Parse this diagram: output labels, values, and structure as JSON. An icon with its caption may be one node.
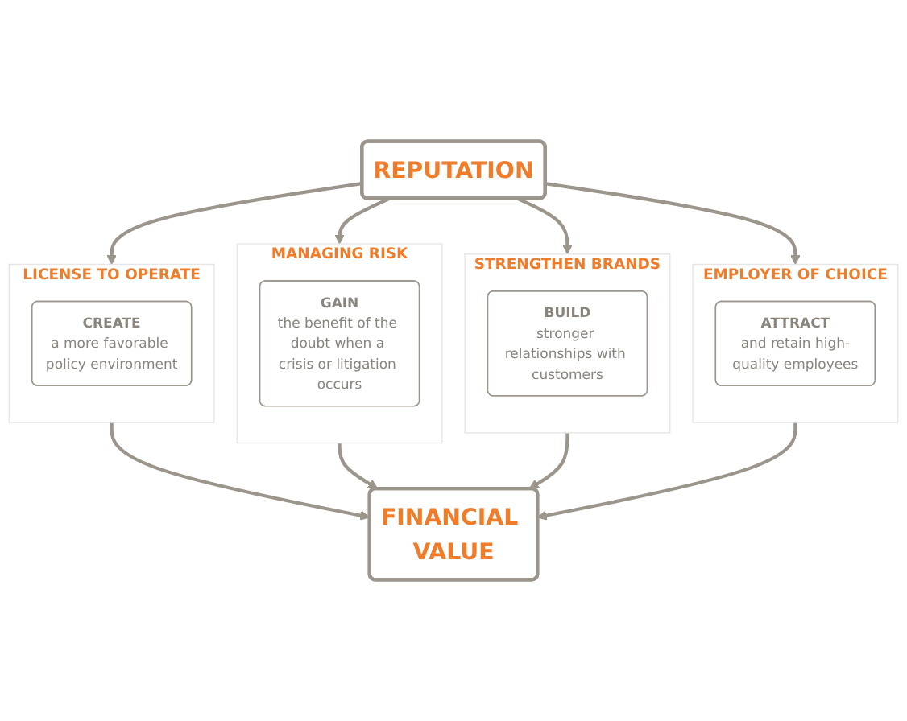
{
  "diagram": {
    "nodes": [
      {
        "text": [
          "REPUTATION"
        ]
      },
      {
        "text": [
          "LICENSE TO OPERATE"
        ]
      },
      {
        "text": [
          "CREATE",
          "a more favorable policy environment"
        ],
        "in": 1
      },
      {
        "text": [
          "MANAGING RISK"
        ]
      },
      {
        "text": [
          "GAIN",
          "the benefit of the doubt when a crisis or litigation occurs"
        ],
        "in": 3
      },
      {
        "text": [
          "STRENGTHEN BRANDS"
        ]
      },
      {
        "text": [
          "BUILD",
          "stronger relationships with customers"
        ],
        "in": 5
      },
      {
        "text": [
          "EMPLOYER OF CHOICE"
        ]
      },
      {
        "text": [
          "ATTRACT",
          "and retain high-quality employees"
        ],
        "in": 7
      },
      {
        "text": [
          "FINANCIAL VALUE"
        ]
      }
    ],
    "edges": [
      {
        "from": 0,
        "to": 1,
        "arrow": "to"
      },
      {
        "from": 0,
        "to": 3,
        "arrow": "to"
      },
      {
        "from": 0,
        "to": 5,
        "arrow": "to"
      },
      {
        "from": 0,
        "to": 7,
        "arrow": "to"
      },
      {
        "from": 1,
        "to": 9,
        "arrow": "to"
      },
      {
        "from": 3,
        "to": 9,
        "arrow": "to"
      },
      {
        "from": 5,
        "to": 9,
        "arrow": "to"
      },
      {
        "from": 7,
        "to": 9,
        "arrow": "to"
      }
    ]
  }
}
